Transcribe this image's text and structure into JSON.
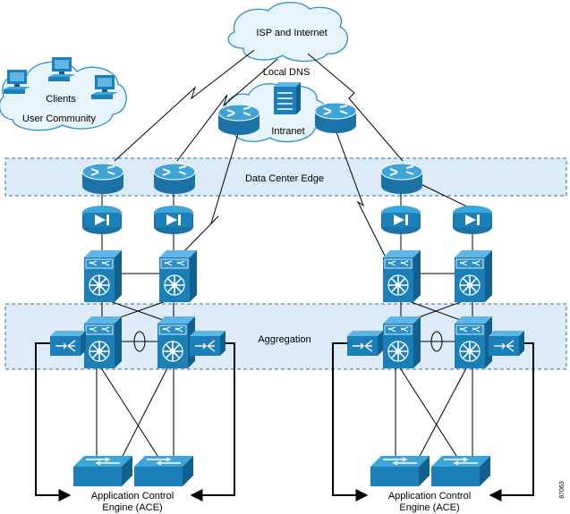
{
  "labels": {
    "isp": "ISP and Internet",
    "local_dns": "Local DNS",
    "clients": "Clients",
    "user_community": "User Community",
    "intranet": "Intranet",
    "dc_edge": "Data Center Edge",
    "aggregation": "Aggregation",
    "ace_left_1": "Application Control",
    "ace_left_2": "Engine (ACE)",
    "ace_right_1": "Application Control",
    "ace_right_2": "Engine (ACE)",
    "figure_id": "87063"
  },
  "colors": {
    "device_blue": "#1c7fb8",
    "device_light": "#3fa4d8",
    "band_fill": "#dcebf7",
    "cloud_fill": "#e8f4fb",
    "cloud_stroke": "#2a8fc8"
  },
  "icons": {
    "router": "router-icon",
    "firewall": "firewall-icon",
    "multilayer_switch": "multilayer-switch-icon",
    "ace_module": "ace-module-icon",
    "access_switch": "access-switch-icon",
    "dns_server": "dns-server-icon",
    "workstation": "workstation-icon"
  }
}
